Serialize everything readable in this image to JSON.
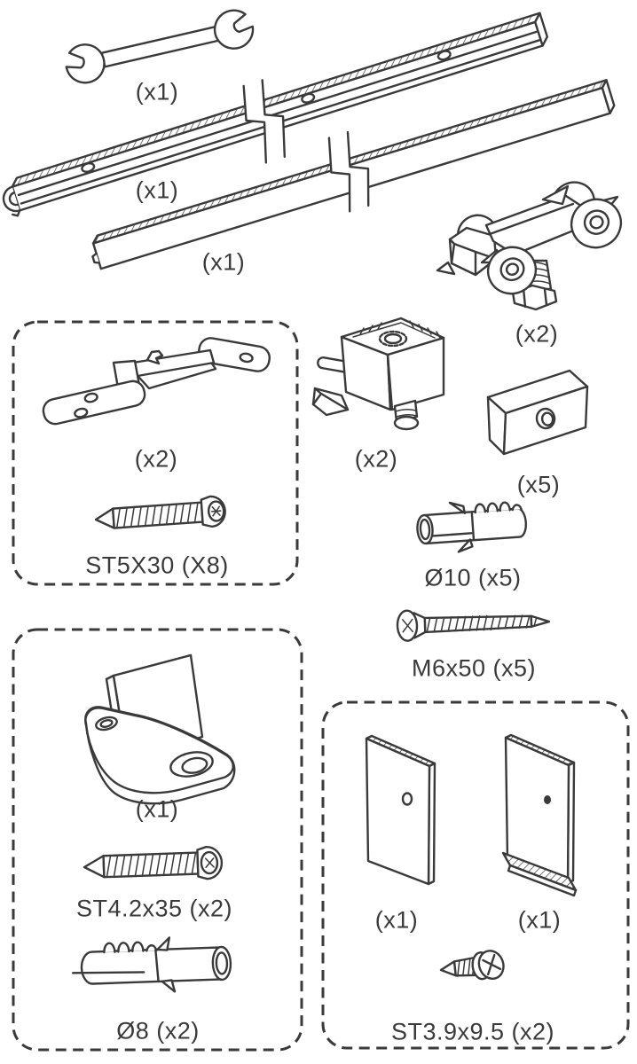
{
  "diagram": {
    "background_color": "#ffffff",
    "line_color": "#3a3a3a",
    "text_color": "#3a3a3a"
  },
  "parts": {
    "wrench": {
      "label": "(x1)"
    },
    "top_track": {
      "label": "(x1)"
    },
    "bottom_track": {
      "label": "(x1)"
    },
    "roller": {
      "label": "(x2)"
    },
    "ceiling_bracket": {
      "label": "(x2)"
    },
    "bracket_screw": {
      "label": "ST5X30 (X8)"
    },
    "hanger_block": {
      "label": "(x2)"
    },
    "spacer_block": {
      "label": "(x5)"
    },
    "wall_anchor_10": {
      "label": "Ø10 (x5)"
    },
    "screw_m6x50": {
      "label": "M6x50 (x5)"
    },
    "floor_guide": {
      "label": "(x1)"
    },
    "guide_screw": {
      "label": "ST4.2x35 (x2)"
    },
    "wall_anchor_8": {
      "label": "Ø8 (x2)"
    },
    "cover_plate_left": {
      "label": "(x1)"
    },
    "cover_plate_right": {
      "label": "(x1)"
    },
    "plate_screw": {
      "label": "ST3.9x9.5 (x2)"
    }
  }
}
